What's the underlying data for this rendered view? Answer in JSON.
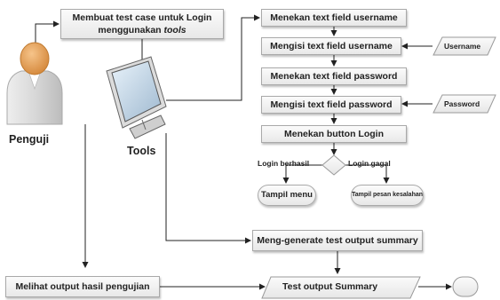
{
  "actor": {
    "label": "Penguji"
  },
  "tools": {
    "label": "Tools"
  },
  "steps": {
    "create_test_case_line1": "Membuat test case untuk Login",
    "create_test_case_line2": "menggunakan ",
    "create_test_case_italic": "tools",
    "press_username": "Menekan text field username",
    "fill_username": "Mengisi text field username",
    "press_password": "Menekan text field password",
    "fill_password": "Mengisi text field password",
    "press_login": "Menekan button Login",
    "show_menu": "Tampil menu",
    "show_error": "Tampil pesan kesalahan",
    "generate_summary": "Meng-generate test output summary",
    "view_results": "Melihat output hasil pengujian"
  },
  "inputs": {
    "username": "Username",
    "password": "Password",
    "summary": "Test output Summary"
  },
  "decision": {
    "success": "Login berhasil",
    "fail": "Login gagal"
  }
}
